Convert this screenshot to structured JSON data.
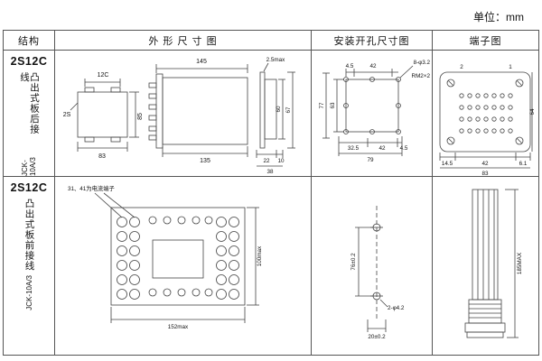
{
  "unit_label": "单位：mm",
  "headers": {
    "structure": "结构",
    "outline": "外 形 尺 寸 图",
    "mounting": "安装开孔尺寸图",
    "terminal": "端子图"
  },
  "rows": [
    {
      "model": "2S12C",
      "mount_type": "凸出式板后接线",
      "code": "JCK-10A/3",
      "outline": {
        "front_top": "12C",
        "front_left": "2S",
        "front_width": "83",
        "front_height": "85",
        "side_top": "145",
        "side_bottom": "135",
        "gap": "2.5max",
        "depth_inner": "60",
        "depth_outer": "67",
        "d22": "22",
        "d10": "10",
        "d38": "38"
      },
      "mounting": {
        "left_outer": "77",
        "left_inner": "63",
        "top_a": "4.5",
        "top_b": "42",
        "holes": "8-φ3.2",
        "screws": "RM2×2",
        "bot_a": "32.5",
        "bot_b": "42",
        "bot_c": "4.5",
        "total": "79"
      },
      "terminal": {
        "tl": "2",
        "tr": "1",
        "right": "64",
        "bot_a": "14.5",
        "bot_b": "42",
        "bot_c": "6.1",
        "total": "83"
      }
    },
    {
      "model": "2S12C",
      "mount_type": "凸出式板前接线",
      "code": "JCK-10A/3",
      "outline": {
        "note": "31、41为电流端子",
        "height": "100max",
        "width": "152max"
      },
      "mounting": {
        "height": "76±0.2",
        "holes": "2-φ4.2",
        "width": "20±0.2"
      },
      "terminal": {
        "height": "185MAX"
      }
    }
  ]
}
